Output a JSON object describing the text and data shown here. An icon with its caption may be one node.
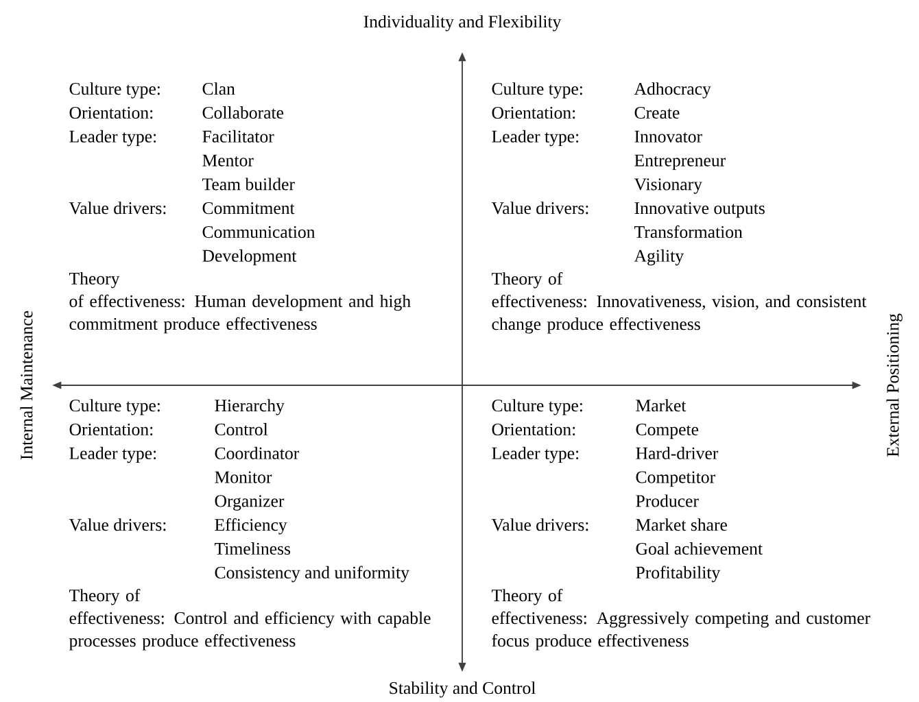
{
  "diagram": {
    "labels": [
      "Individuality and Flexibility",
      "Culture type:",
      "Clan",
      "Orientation:",
      "Collaborate",
      "Leader type:",
      "Facilitator",
      "Mentor",
      "Team builder",
      "Value drivers:",
      "Commitment",
      "Communication",
      "Development",
      "Theory of effectiveness: Human development and high commitment produce effectiveness",
      "Culture type:",
      "Adhocracy",
      "Orientation:",
      "Create",
      "Leader type:",
      "Innovator",
      "Entrepreneur",
      "Visionary",
      "Value drivers:",
      "Innovative outputs",
      "Transformation",
      "Agility",
      "Theory of effectiveness: Innovativeness, vision, and consistent change produce effectiveness",
      "Internal Maintenance",
      "External Positioning",
      "Culture type:",
      "Hierarchy",
      "Orientation:",
      "Control",
      "Leader type:",
      "Coordinator",
      "Monitor",
      "Organizer",
      "Value drivers:",
      "Efficiency",
      "Timeliness",
      "Consistency and uniformity",
      "Theory of effectiveness: Control and efficiency with capable processes produce effectiveness",
      "Culture type:",
      "Market",
      "Orientation:",
      "Compete",
      "Leader type:",
      "Hard-driver",
      "Competitor",
      "Producer",
      "Value drivers:",
      "Market share",
      "Goal achievement",
      "Profitability",
      "Theory of effectiveness: Aggressively competing and customer focus produce effectiveness",
      "Stability and Control"
    ]
  }
}
